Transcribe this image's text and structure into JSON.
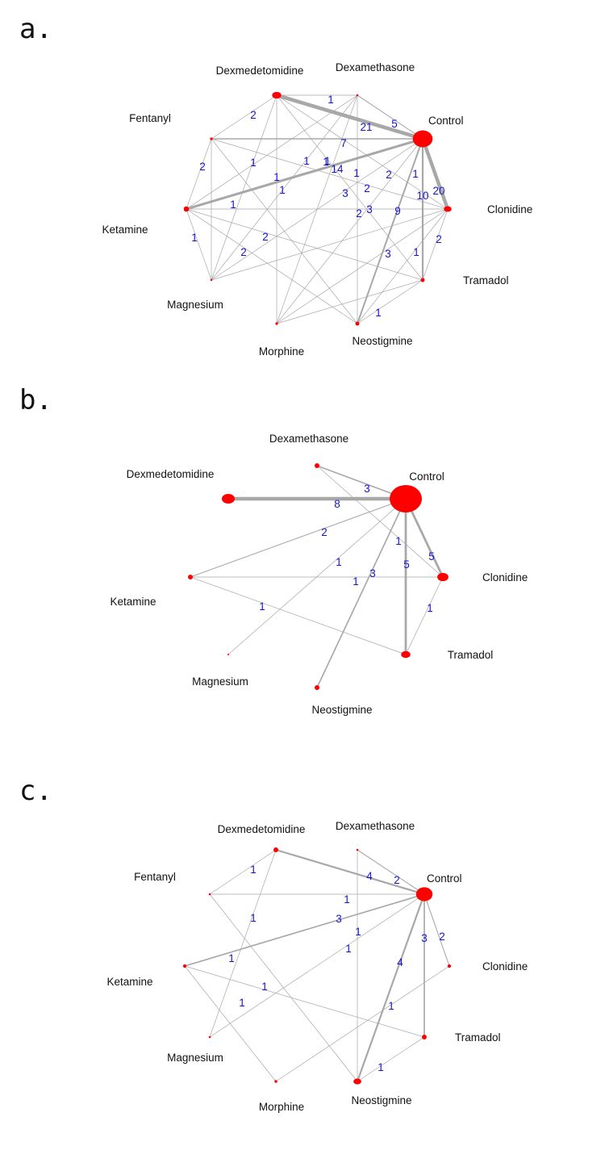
{
  "colors": {
    "node": "#ff0000",
    "edge": "#a8a8a8",
    "edge_label": "#1414d2"
  },
  "panels": [
    {
      "letter": "a.",
      "nodes": [
        {
          "id": "Dexmedetomidine",
          "label": "Dexmedetomidine",
          "size": 6
        },
        {
          "id": "Dexamethasone",
          "label": "Dexamethasone",
          "size": 1.5
        },
        {
          "id": "Control",
          "label": "Control",
          "size": 15
        },
        {
          "id": "Fentanyl",
          "label": "Fentanyl",
          "size": 2
        },
        {
          "id": "Clonidine",
          "label": "Clonidine",
          "size": 5
        },
        {
          "id": "Ketamine",
          "label": "Ketamine",
          "size": 4
        },
        {
          "id": "Tramadol",
          "label": "Tramadol",
          "size": 3
        },
        {
          "id": "Magnesium",
          "label": "Magnesium",
          "size": 1.5
        },
        {
          "id": "Neostigmine",
          "label": "Neostigmine",
          "size": 3
        },
        {
          "id": "Morphine",
          "label": "Morphine",
          "size": 2
        }
      ],
      "edges": [
        {
          "from": "Dexmedetomidine",
          "to": "Control",
          "label": "21",
          "weight": 21
        },
        {
          "from": "Dexamethasone",
          "to": "Control",
          "label": "5",
          "weight": 5
        },
        {
          "from": "Fentanyl",
          "to": "Control",
          "label": "7",
          "weight": 7
        },
        {
          "from": "Ketamine",
          "to": "Control",
          "label": "14",
          "weight": 14
        },
        {
          "from": "Clonidine",
          "to": "Control",
          "label": "20",
          "weight": 20
        },
        {
          "from": "Tramadol",
          "to": "Control",
          "label": "10",
          "weight": 10
        },
        {
          "from": "Neostigmine",
          "to": "Control",
          "label": "9",
          "weight": 9
        },
        {
          "from": "Magnesium",
          "to": "Control",
          "label": "2",
          "weight": 2
        },
        {
          "from": "Morphine",
          "to": "Control",
          "label": "1",
          "weight": 1
        },
        {
          "from": "Dexmedetomidine",
          "to": "Dexamethasone",
          "label": "1",
          "weight": 1
        },
        {
          "from": "Dexmedetomidine",
          "to": "Fentanyl",
          "label": "2",
          "weight": 2
        },
        {
          "from": "Dexmedetomidine",
          "to": "Clonidine",
          "label": "1",
          "weight": 1
        },
        {
          "from": "Dexmedetomidine",
          "to": "Morphine",
          "label": "",
          "weight": 1
        },
        {
          "from": "Dexmedetomidine",
          "to": "Tramadol",
          "label": "",
          "weight": 1
        },
        {
          "from": "Dexmedetomidine",
          "to": "Magnesium",
          "label": "",
          "weight": 1
        },
        {
          "from": "Dexamethasone",
          "to": "Ketamine",
          "label": "1",
          "weight": 1
        },
        {
          "from": "Dexamethasone",
          "to": "Magnesium",
          "label": "",
          "weight": 1
        },
        {
          "from": "Dexamethasone",
          "to": "Neostigmine",
          "label": "",
          "weight": 1
        },
        {
          "from": "Dexamethasone",
          "to": "Morphine",
          "label": "",
          "weight": 1
        },
        {
          "from": "Fentanyl",
          "to": "Ketamine",
          "label": "2",
          "weight": 2
        },
        {
          "from": "Fentanyl",
          "to": "Clonidine",
          "label": "1",
          "weight": 1
        },
        {
          "from": "Fentanyl",
          "to": "Neostigmine",
          "label": "",
          "weight": 1
        },
        {
          "from": "Fentanyl",
          "to": "Magnesium",
          "label": "",
          "weight": 1
        },
        {
          "from": "Ketamine",
          "to": "Clonidine",
          "label": "2",
          "weight": 2
        },
        {
          "from": "Ketamine",
          "to": "Tramadol",
          "label": "2",
          "weight": 2
        },
        {
          "from": "Ketamine",
          "to": "Magnesium",
          "label": "1",
          "weight": 1
        },
        {
          "from": "Ketamine",
          "to": "Neostigmine",
          "label": "",
          "weight": 1
        },
        {
          "from": "Clonidine",
          "to": "Tramadol",
          "label": "2",
          "weight": 2
        },
        {
          "from": "Clonidine",
          "to": "Magnesium",
          "label": "3",
          "weight": 3
        },
        {
          "from": "Clonidine",
          "to": "Neostigmine",
          "label": "",
          "weight": 1
        },
        {
          "from": "Clonidine",
          "to": "Morphine",
          "label": "3",
          "weight": 3
        },
        {
          "from": "Tramadol",
          "to": "Neostigmine",
          "label": "1",
          "weight": 1
        },
        {
          "from": "Tramadol",
          "to": "Morphine",
          "label": "",
          "weight": 1
        }
      ]
    },
    {
      "letter": "b.",
      "nodes": [
        {
          "id": "Dexamethasone",
          "label": "Dexamethasone",
          "size": 3
        },
        {
          "id": "Control",
          "label": "Control",
          "size": 20
        },
        {
          "id": "Dexmedetomidine",
          "label": "Dexmedetomidine",
          "size": 7
        },
        {
          "id": "Clonidine",
          "label": "Clonidine",
          "size": 6
        },
        {
          "id": "Ketamine",
          "label": "Ketamine",
          "size": 3
        },
        {
          "id": "Tramadol",
          "label": "Tramadol",
          "size": 5
        },
        {
          "id": "Magnesium",
          "label": "Magnesium",
          "size": 1
        },
        {
          "id": "Neostigmine",
          "label": "Neostigmine",
          "size": 3
        }
      ],
      "edges": [
        {
          "from": "Dexamethasone",
          "to": "Control",
          "label": "3",
          "weight": 3
        },
        {
          "from": "Dexmedetomidine",
          "to": "Control",
          "label": "8",
          "weight": 8
        },
        {
          "from": "Ketamine",
          "to": "Control",
          "label": "2",
          "weight": 2
        },
        {
          "from": "Magnesium",
          "to": "Control",
          "label": "1",
          "weight": 1
        },
        {
          "from": "Neostigmine",
          "to": "Control",
          "label": "3",
          "weight": 3
        },
        {
          "from": "Tramadol",
          "to": "Control",
          "label": "5",
          "weight": 5
        },
        {
          "from": "Clonidine",
          "to": "Control",
          "label": "5",
          "weight": 5
        },
        {
          "from": "Dexamethasone",
          "to": "Clonidine",
          "label": "1",
          "weight": 1
        },
        {
          "from": "Ketamine",
          "to": "Clonidine",
          "label": "1",
          "weight": 1
        },
        {
          "from": "Ketamine",
          "to": "Tramadol",
          "label": "1",
          "weight": 1
        },
        {
          "from": "Clonidine",
          "to": "Tramadol",
          "label": "1",
          "weight": 1
        }
      ]
    },
    {
      "letter": "c.",
      "nodes": [
        {
          "id": "Dexmedetomidine",
          "label": "Dexmedetomidine",
          "size": 3.5
        },
        {
          "id": "Dexamethasone",
          "label": "Dexamethasone",
          "size": 1.5
        },
        {
          "id": "Control",
          "label": "Control",
          "size": 12
        },
        {
          "id": "Fentanyl",
          "label": "Fentanyl",
          "size": 1.5
        },
        {
          "id": "Clonidine",
          "label": "Clonidine",
          "size": 2.5
        },
        {
          "id": "Ketamine",
          "label": "Ketamine",
          "size": 2.5
        },
        {
          "id": "Tramadol",
          "label": "Tramadol",
          "size": 3.5
        },
        {
          "id": "Magnesium",
          "label": "Magnesium",
          "size": 1.5
        },
        {
          "id": "Neostigmine",
          "label": "Neostigmine",
          "size": 5
        },
        {
          "id": "Morphine",
          "label": "Morphine",
          "size": 2
        }
      ],
      "edges": [
        {
          "from": "Dexmedetomidine",
          "to": "Control",
          "label": "4",
          "weight": 4
        },
        {
          "from": "Dexamethasone",
          "to": "Control",
          "label": "2",
          "weight": 2
        },
        {
          "from": "Fentanyl",
          "to": "Control",
          "label": "1",
          "weight": 1
        },
        {
          "from": "Ketamine",
          "to": "Control",
          "label": "3",
          "weight": 3
        },
        {
          "from": "Magnesium",
          "to": "Control",
          "label": "1",
          "weight": 1
        },
        {
          "from": "Neostigmine",
          "to": "Control",
          "label": "4",
          "weight": 4
        },
        {
          "from": "Tramadol",
          "to": "Control",
          "label": "3",
          "weight": 3
        },
        {
          "from": "Clonidine",
          "to": "Control",
          "label": "2",
          "weight": 2
        },
        {
          "from": "Dexmedetomidine",
          "to": "Fentanyl",
          "label": "1",
          "weight": 1
        },
        {
          "from": "Dexmedetomidine",
          "to": "Magnesium",
          "label": "1",
          "weight": 1
        },
        {
          "from": "Dexamethasone",
          "to": "Neostigmine",
          "label": "1",
          "weight": 1
        },
        {
          "from": "Fentanyl",
          "to": "Neostigmine",
          "label": "1",
          "weight": 1
        },
        {
          "from": "Ketamine",
          "to": "Tramadol",
          "label": "1",
          "weight": 1
        },
        {
          "from": "Ketamine",
          "to": "Morphine",
          "label": "1",
          "weight": 1
        },
        {
          "from": "Clonidine",
          "to": "Morphine",
          "label": "1",
          "weight": 1
        },
        {
          "from": "Tramadol",
          "to": "Neostigmine",
          "label": "1",
          "weight": 1
        }
      ]
    }
  ]
}
